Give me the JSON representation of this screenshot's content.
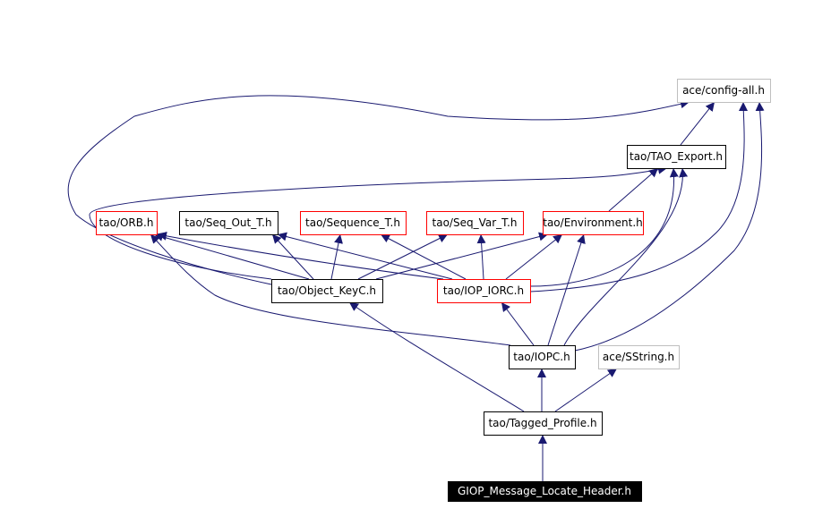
{
  "colors": {
    "edge": "#191970",
    "box_black": "#000000",
    "box_red": "#ff0000",
    "box_gray": "#bfbfbf",
    "focus_fill": "#000000",
    "focus_text": "#ffffff",
    "text": "#000000"
  },
  "nodes": [
    {
      "id": "giop",
      "label": "GIOP_Message_Locate_Header.h",
      "style": "focus"
    },
    {
      "id": "tagged",
      "label": "tao/Tagged_Profile.h",
      "style": "black"
    },
    {
      "id": "iopc",
      "label": "tao/IOPC.h",
      "style": "black"
    },
    {
      "id": "sstring",
      "label": "ace/SString.h",
      "style": "gray"
    },
    {
      "id": "objkey",
      "label": "tao/Object_KeyC.h",
      "style": "black"
    },
    {
      "id": "ioporc",
      "label": "tao/IOP_IORC.h",
      "style": "red"
    },
    {
      "id": "orb",
      "label": "tao/ORB.h",
      "style": "red"
    },
    {
      "id": "seqout",
      "label": "tao/Seq_Out_T.h",
      "style": "black"
    },
    {
      "id": "seqt",
      "label": "tao/Sequence_T.h",
      "style": "red"
    },
    {
      "id": "seqvar",
      "label": "tao/Seq_Var_T.h",
      "style": "red"
    },
    {
      "id": "env",
      "label": "tao/Environment.h",
      "style": "red"
    },
    {
      "id": "taoexp",
      "label": "tao/TAO_Export.h",
      "style": "black"
    },
    {
      "id": "config",
      "label": "ace/config-all.h",
      "style": "gray"
    }
  ],
  "edges": [
    [
      "giop",
      "tagged"
    ],
    [
      "tagged",
      "iopc"
    ],
    [
      "tagged",
      "sstring"
    ],
    [
      "tagged",
      "objkey"
    ],
    [
      "iopc",
      "ioporc"
    ],
    [
      "iopc",
      "env"
    ],
    [
      "iopc",
      "taoexp"
    ],
    [
      "iopc",
      "orb"
    ],
    [
      "iopc",
      "config"
    ],
    [
      "objkey",
      "orb"
    ],
    [
      "objkey",
      "seqout"
    ],
    [
      "objkey",
      "seqt"
    ],
    [
      "objkey",
      "seqvar"
    ],
    [
      "objkey",
      "env"
    ],
    [
      "objkey",
      "taoexp"
    ],
    [
      "objkey",
      "config"
    ],
    [
      "ioporc",
      "orb"
    ],
    [
      "ioporc",
      "seqout"
    ],
    [
      "ioporc",
      "seqt"
    ],
    [
      "ioporc",
      "seqvar"
    ],
    [
      "ioporc",
      "env"
    ],
    [
      "ioporc",
      "taoexp"
    ],
    [
      "ioporc",
      "config"
    ],
    [
      "env",
      "taoexp"
    ],
    [
      "taoexp",
      "config"
    ]
  ]
}
